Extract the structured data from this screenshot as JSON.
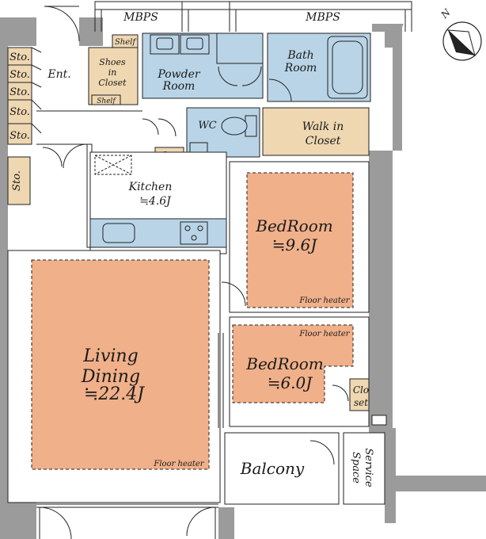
{
  "labels": {
    "mbps": "MBPS",
    "shelf": "Shelf",
    "shoes_closet": [
      "Shoes",
      "in",
      "Closet"
    ],
    "ent": "Ent.",
    "sto": "Sto.",
    "powder_room": [
      "Powder",
      "Room"
    ],
    "bath_room": [
      "Bath",
      "Room"
    ],
    "wc": "WC",
    "walk_in_closet": [
      "Walk in",
      "Closet"
    ],
    "kitchen": "Kitchen",
    "kitchen_size": "≒4.6J",
    "bedroom": "BedRoom",
    "bedroom1_size": "≒9.6J",
    "bedroom2_size": "≒6.0J",
    "floor_heater": "Floor heater",
    "closet": [
      "Clo",
      "set"
    ],
    "living_dining": [
      "Living",
      "Dining"
    ],
    "living_size": "≒22.4J",
    "balcony": "Balcony",
    "service_space": [
      "Service",
      "Space"
    ],
    "north": "N"
  },
  "colors": {
    "wall": "#9b9b9b",
    "floor_heater": "#f0b08a",
    "wet_area": "#b9d4e6",
    "storage": "#eed7b1",
    "outline": "#222222"
  }
}
